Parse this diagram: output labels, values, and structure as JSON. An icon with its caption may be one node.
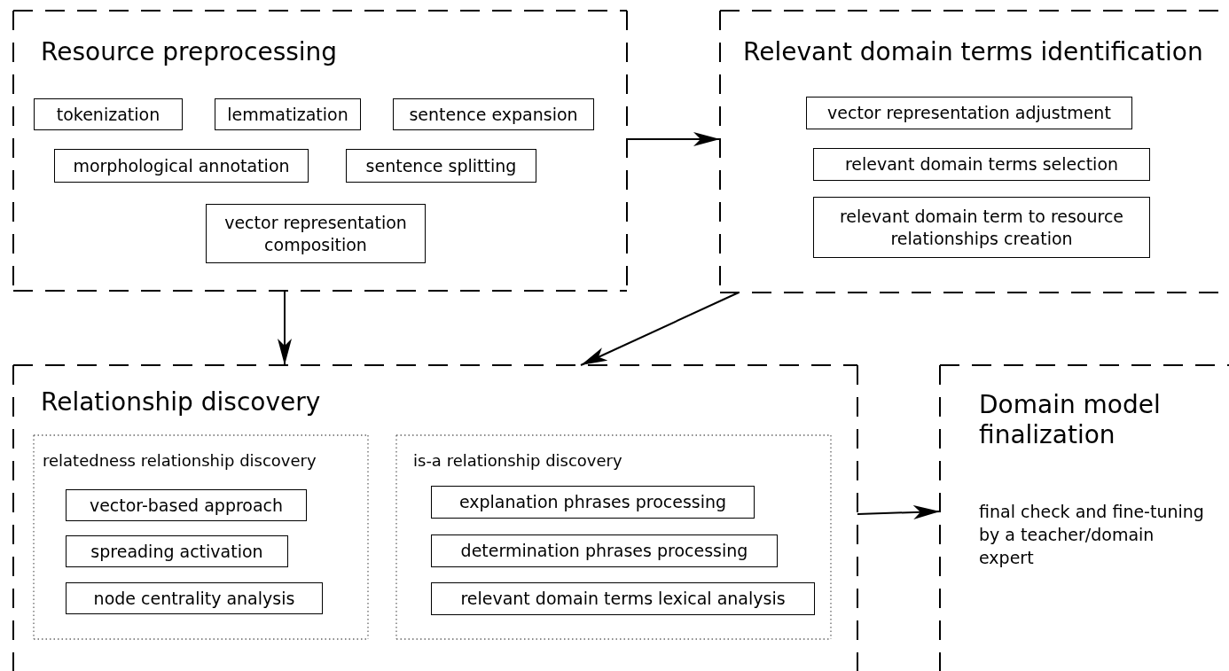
{
  "diagram": {
    "nodes": [
      {
        "text": [
          "Resource preprocessing"
        ]
      },
      {
        "text": [
          "tokenization"
        ],
        "in": 0
      },
      {
        "text": [
          "lemmatization"
        ],
        "in": 0
      },
      {
        "text": [
          "sentence expansion"
        ],
        "in": 0
      },
      {
        "text": [
          "morphological annotation"
        ],
        "in": 0
      },
      {
        "text": [
          "sentence splitting"
        ],
        "in": 0
      },
      {
        "text": [
          "vector representation composition"
        ],
        "in": 0
      },
      {
        "text": [
          "Relevant domain terms identification"
        ]
      },
      {
        "text": [
          "vector representation adjustment"
        ],
        "in": 7
      },
      {
        "text": [
          "relevant domain terms selection"
        ],
        "in": 7
      },
      {
        "text": [
          "relevant domain term to resource relationships creation"
        ],
        "in": 7
      },
      {
        "text": [
          "Relationship discovery"
        ]
      },
      {
        "text": [
          "relatedness relationship discovery"
        ],
        "in": 11
      },
      {
        "text": [
          "vector-based approach"
        ],
        "in": 12
      },
      {
        "text": [
          "spreading activation"
        ],
        "in": 12
      },
      {
        "text": [
          "node centrality analysis"
        ],
        "in": 12
      },
      {
        "text": [
          "is-a relationship discovery"
        ],
        "in": 11
      },
      {
        "text": [
          "explanation phrases processing"
        ],
        "in": 16
      },
      {
        "text": [
          "determination phrases processing"
        ],
        "in": 16
      },
      {
        "text": [
          "relevant domain terms lexical analysis"
        ],
        "in": 16
      },
      {
        "text": [
          "Domain model finalization",
          "final check and fine-tuning by a teacher/domain expert"
        ]
      }
    ],
    "edges": [
      {
        "from": 0,
        "to": 7,
        "arrow": "to"
      },
      {
        "from": 0,
        "to": 11,
        "arrow": "to"
      },
      {
        "from": 7,
        "to": 11,
        "arrow": "to"
      },
      {
        "from": 11,
        "to": 20,
        "arrow": "to"
      }
    ]
  }
}
